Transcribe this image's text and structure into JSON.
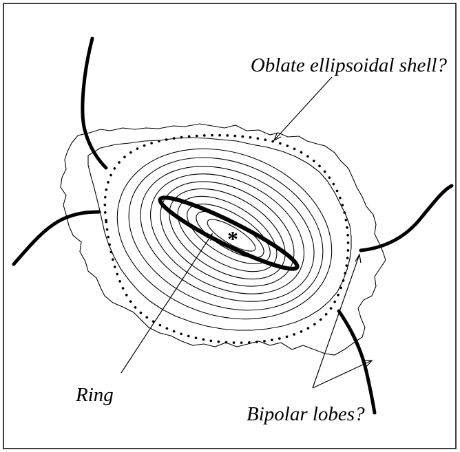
{
  "labels": {
    "shell": "Oblate ellipsoidal shell?",
    "ring": "Ring",
    "lobes": "Bipolar lobes?",
    "star": "*"
  },
  "colors": {
    "ink": "#000000",
    "background": "#ffffff"
  }
}
